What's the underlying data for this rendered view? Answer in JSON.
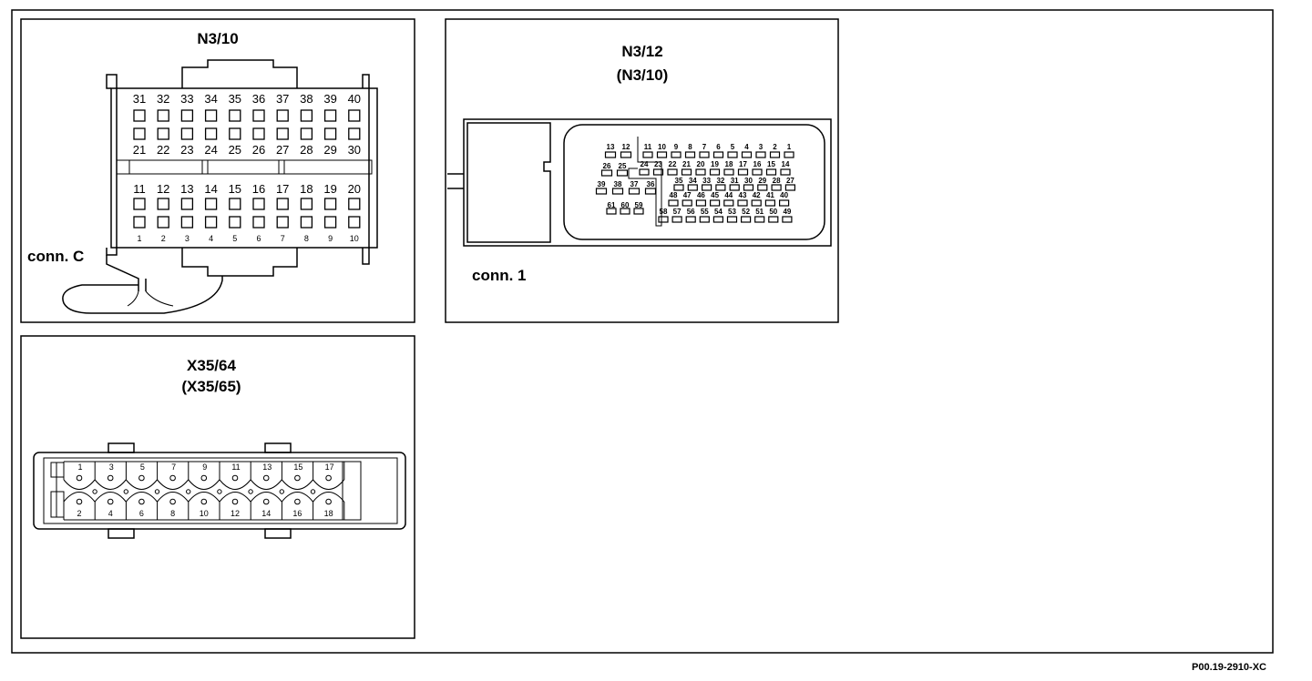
{
  "panels": {
    "n3_10": {
      "title": "N3/10",
      "conn_label": "conn. C",
      "rows": [
        [
          "31",
          "32",
          "33",
          "34",
          "35",
          "36",
          "37",
          "38",
          "39",
          "40"
        ],
        [
          "21",
          "22",
          "23",
          "24",
          "25",
          "26",
          "27",
          "28",
          "29",
          "30"
        ],
        [
          "11",
          "12",
          "13",
          "14",
          "15",
          "16",
          "17",
          "18",
          "19",
          "20"
        ],
        [
          "1",
          "2",
          "3",
          "4",
          "5",
          "6",
          "7",
          "8",
          "9",
          "10"
        ]
      ]
    },
    "n3_12": {
      "title": "N3/12",
      "subtitle": "(N3/10)",
      "conn_label": "conn. 1",
      "left_row1": [
        "13",
        "12"
      ],
      "left_row2": [
        "26",
        "25"
      ],
      "left_row3": [
        "39",
        "38",
        "37",
        "36"
      ],
      "left_row4": [
        "61",
        "60",
        "59"
      ],
      "right_row1": [
        "11",
        "10",
        "9",
        "8",
        "7",
        "6",
        "5",
        "4",
        "3",
        "2",
        "1"
      ],
      "right_row2": [
        "24",
        "23",
        "22",
        "21",
        "20",
        "19",
        "18",
        "17",
        "16",
        "15",
        "14"
      ],
      "right_row3": [
        "35",
        "34",
        "33",
        "32",
        "31",
        "30",
        "29",
        "28",
        "27"
      ],
      "right_row4": [
        "48",
        "47",
        "46",
        "45",
        "44",
        "43",
        "42",
        "41",
        "40"
      ],
      "right_row5": [
        "58",
        "57",
        "56",
        "55",
        "54",
        "53",
        "52",
        "51",
        "50",
        "49"
      ]
    },
    "x35_64": {
      "title": "X35/64",
      "subtitle": "(X35/65)",
      "top_row": [
        "1",
        "3",
        "5",
        "7",
        "9",
        "11",
        "13",
        "15",
        "17"
      ],
      "bottom_row": [
        "2",
        "4",
        "6",
        "8",
        "10",
        "12",
        "14",
        "16",
        "18"
      ]
    }
  },
  "reference": "P00.19-2910-XC"
}
